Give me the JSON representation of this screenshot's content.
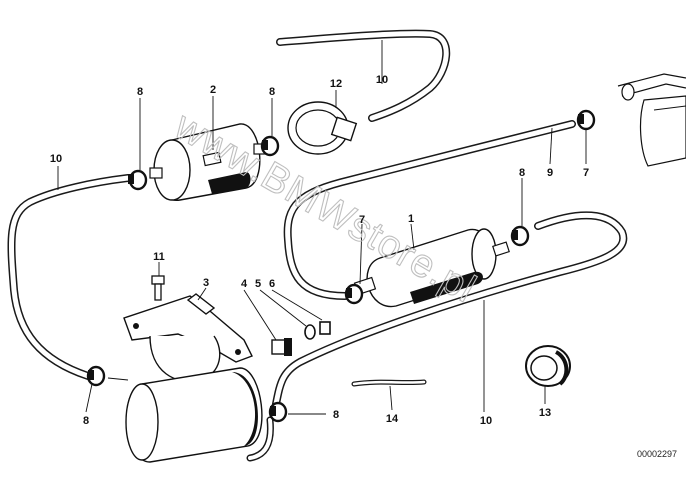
{
  "diagram": {
    "callouts": {
      "c1": "1",
      "c2": "2",
      "c3": "3",
      "c4": "4",
      "c5": "5",
      "c6": "6",
      "c7a": "7",
      "c7b": "7",
      "c8a": "8",
      "c8b": "8",
      "c8c": "8",
      "c8d": "8",
      "c8e": "8",
      "c9": "9",
      "c10a": "10",
      "c10b": "10",
      "c10c": "10",
      "c11": "11",
      "c12": "12",
      "c13": "13",
      "c14": "14"
    },
    "watermark": "www.BMWstore.pl",
    "reference_number": "00002297"
  }
}
